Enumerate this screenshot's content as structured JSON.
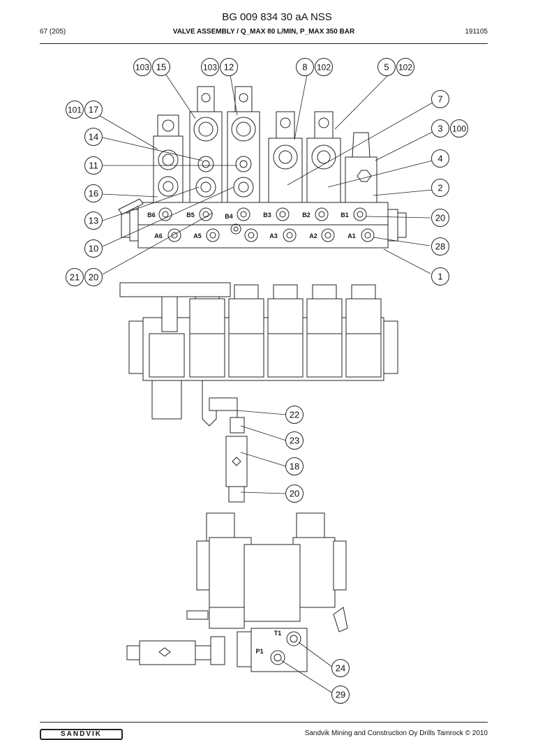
{
  "header": {
    "document_title": "BG 009 834 30 aA NSS",
    "page_number": "67 (205)",
    "assembly_title": "VALVE ASSEMBLY / Q_MAX 80 L/MIN, P_MAX 350 BAR",
    "doc_code": "191105"
  },
  "callouts": [
    {
      "id": "c103a",
      "label": "103"
    },
    {
      "id": "c15",
      "label": "15"
    },
    {
      "id": "c103b",
      "label": "103"
    },
    {
      "id": "c12",
      "label": "12"
    },
    {
      "id": "c8",
      "label": "8"
    },
    {
      "id": "c102a",
      "label": "102"
    },
    {
      "id": "c5",
      "label": "5"
    },
    {
      "id": "c102b",
      "label": "102"
    },
    {
      "id": "c7",
      "label": "7"
    },
    {
      "id": "c101",
      "label": "101"
    },
    {
      "id": "c17",
      "label": "17"
    },
    {
      "id": "c3",
      "label": "3"
    },
    {
      "id": "c100",
      "label": "100"
    },
    {
      "id": "c14",
      "label": "14"
    },
    {
      "id": "c4",
      "label": "4"
    },
    {
      "id": "c11",
      "label": "11"
    },
    {
      "id": "c2",
      "label": "2"
    },
    {
      "id": "c16",
      "label": "16"
    },
    {
      "id": "c20a",
      "label": "20"
    },
    {
      "id": "c13",
      "label": "13"
    },
    {
      "id": "c28",
      "label": "28"
    },
    {
      "id": "c10",
      "label": "10"
    },
    {
      "id": "c21",
      "label": "21"
    },
    {
      "id": "c20b",
      "label": "20"
    },
    {
      "id": "c1",
      "label": "1"
    },
    {
      "id": "c22",
      "label": "22"
    },
    {
      "id": "c23",
      "label": "23"
    },
    {
      "id": "c18",
      "label": "18"
    },
    {
      "id": "c20c",
      "label": "20"
    },
    {
      "id": "c24",
      "label": "24"
    },
    {
      "id": "c29",
      "label": "29"
    }
  ],
  "ports": [
    {
      "id": "B6",
      "label": "B6"
    },
    {
      "id": "B5",
      "label": "B5"
    },
    {
      "id": "B4",
      "label": "B4"
    },
    {
      "id": "B3",
      "label": "B3"
    },
    {
      "id": "B2",
      "label": "B2"
    },
    {
      "id": "B1",
      "label": "B1"
    },
    {
      "id": "A6",
      "label": "A6"
    },
    {
      "id": "A5",
      "label": "A5"
    },
    {
      "id": "A3",
      "label": "A3"
    },
    {
      "id": "A2",
      "label": "A2"
    },
    {
      "id": "A1",
      "label": "A1"
    },
    {
      "id": "T1",
      "label": "T1"
    },
    {
      "id": "P1",
      "label": "P1"
    }
  ],
  "footer": {
    "logo_text": "SANDVIK",
    "copyright": "Sandvik Mining and Construction Oy Drills Tamrock © 2010"
  }
}
